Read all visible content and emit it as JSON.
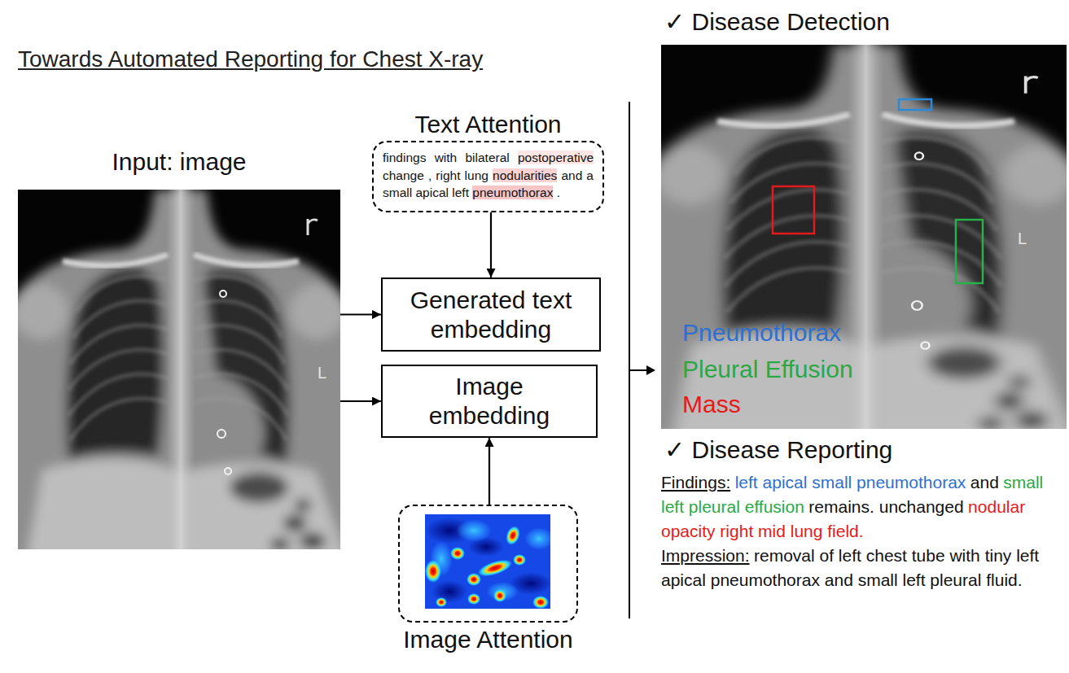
{
  "diagram": {
    "title": "Towards Automated Reporting for Chest X-ray",
    "nodes": [
      {
        "text": [
          "Input: image"
        ]
      },
      {
        "text": [
          "Text Attention",
          "findings with bilateral postoperative change , right lung nodularities and a small apical left pneumothorax ."
        ]
      },
      {
        "text": [
          "Generated text embedding"
        ]
      },
      {
        "text": [
          "Image embedding"
        ]
      },
      {
        "text": [
          "Image Attention"
        ]
      },
      {
        "text": [
          "✓ Disease Detection"
        ]
      }
    ],
    "edges": [
      {
        "from": 0,
        "to": 2,
        "arrow": "to"
      },
      {
        "from": 1,
        "to": 2,
        "arrow": "to"
      },
      {
        "from": 0,
        "to": 3,
        "arrow": "to"
      },
      {
        "from": 4,
        "to": 3,
        "arrow": "to"
      }
    ],
    "labels": [
      "L",
      "L",
      "Pneumothorax",
      "Pleural Effusion",
      "Mass",
      "✓ Disease Reporting",
      "Findings:",
      "left apical small pneumothorax",
      "and",
      "small left pleural effusion",
      "remains. unchanged",
      "nodular opacity right mid lung field.",
      "Impression:",
      "removal of left chest tube with tiny left apical pneumothorax and small left pleural fluid."
    ]
  }
}
